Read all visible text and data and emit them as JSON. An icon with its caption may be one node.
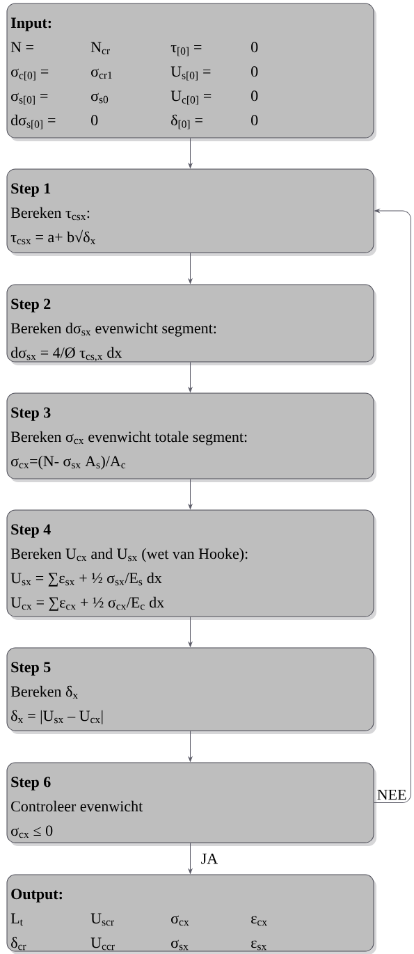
{
  "diagram": {
    "nodes": [
      {
        "text": [
          "Input:",
          "N =",
          "N$_{cr}$",
          "τ$_{[0]}$ =",
          "0",
          "σ$_{c[0]}$ =",
          "σ$_{cr1}$",
          "U$_{s[0]}$ =",
          "0",
          "σ$_{s[0]}$ =",
          "σ$_{s0}$",
          "U$_{c[0]}$ =",
          "0",
          "dσ$_{s[0]}$ =",
          "0",
          "δ$_{[0]}$ =",
          "0"
        ]
      },
      {
        "text": [
          "Step 1",
          "Bereken τ$_{csx}$:",
          "τ$_{csx}$ = a+ b√δ$_{x}$"
        ]
      },
      {
        "text": [
          "Step 2",
          "Bereken dσ$_{sx}$ evenwicht segment:",
          "dσ$_{sx}$ = 4/Ø  τ$_{cs,x}$ dx"
        ]
      },
      {
        "text": [
          "Step 3",
          "Bereken σ$_{cx}$ evenwicht totale segment:",
          "σ$_{cx}$=(N- σ$_{sx}$ A$_{s}$)/A$_{c}$"
        ]
      },
      {
        "text": [
          "Step 4",
          "Bereken U$_{cx}$ and U$_{sx}$ (wet van Hooke):",
          "U$_{sx}$ = ∑ε$_{sx}$ + ½  σ$_{sx}$/E$_{s}$ dx",
          "U$_{cx}$ = ∑ε$_{cx}$ + ½  σ$_{cx}$/E$_{c}$ dx"
        ]
      },
      {
        "text": [
          "Step 5",
          "Bereken δ$_{x}$",
          "δ$_{x}$ = |U$_{sx}$ – U$_{cx}$|"
        ]
      },
      {
        "text": [
          "Step 6",
          "Controleer evenwicht",
          "σ$_{cx}$ ≤ 0"
        ]
      },
      {
        "text": [
          "Output:",
          "L$_{t}$",
          "U$_{scr}$",
          "σ$_{cx}$",
          "ε$_{cx}$",
          "δ$_{cr}$",
          "U$_{ccr}$",
          "σ$_{sx}$",
          "ε$_{sx}$"
        ]
      }
    ],
    "edges": [
      {
        "from": 0,
        "to": 1,
        "arrow": "to"
      },
      {
        "from": 1,
        "to": 2,
        "arrow": "to"
      },
      {
        "from": 2,
        "to": 3,
        "arrow": "to"
      },
      {
        "from": 3,
        "to": 4,
        "arrow": "to"
      },
      {
        "from": 4,
        "to": 5,
        "arrow": "to"
      },
      {
        "from": 5,
        "to": 6,
        "arrow": "to"
      },
      {
        "from": 6,
        "to": 1,
        "arrow": "to",
        "label": "NEE"
      },
      {
        "from": 6,
        "to": 7,
        "arrow": "to",
        "label": "JA"
      }
    ]
  }
}
